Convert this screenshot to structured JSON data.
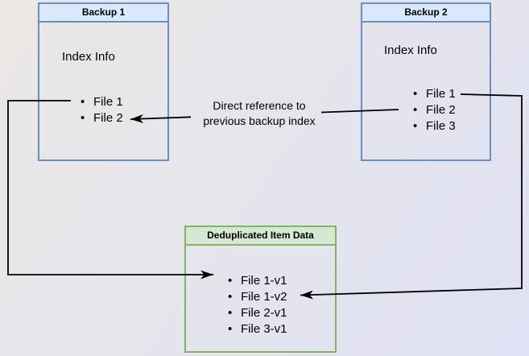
{
  "diagram": {
    "backup1": {
      "title": "Backup 1",
      "subtitle": "Index Info",
      "items": [
        "File 1",
        "File 2"
      ]
    },
    "backup2": {
      "title": "Backup 2",
      "subtitle": "Index Info",
      "items": [
        "File 1",
        "File 2",
        "File 3"
      ]
    },
    "dedup": {
      "title": "Deduplicated Item Data",
      "items": [
        "File 1-v1",
        "File 1-v2",
        "File 2-v1",
        "File 3-v1"
      ]
    },
    "annotation": {
      "line1": "Direct reference to",
      "line2": "previous backup index"
    },
    "colors": {
      "blue_fill": "#dae8fc",
      "blue_border": "#6c8ebf",
      "green_fill": "#d5e8d4",
      "green_border": "#82b366",
      "arrow": "#000000"
    }
  }
}
